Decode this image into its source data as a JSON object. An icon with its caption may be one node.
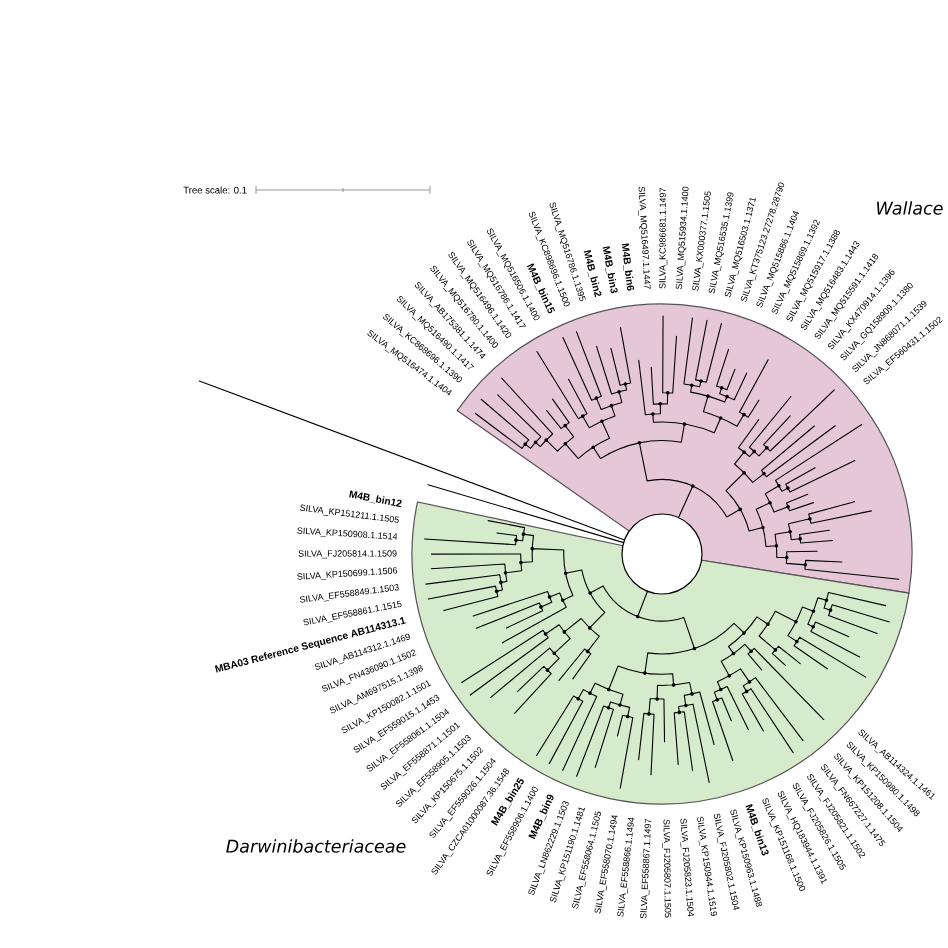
{
  "diagram": {
    "labels": [
      "Tree scale: 0.1",
      "Wallace",
      "SILVA_MQ516474.1.1404",
      "SILVA_KC868696.1.1390",
      "SILVA_MQ516490.1.1417",
      "SILVA_AB175381.1.1474",
      "SILVA_MQ516780.1.1400",
      "SILVA_MQ516496.1.1420",
      "SILVA_MQ516786.1.1417",
      "SILVA_MQ516506.1.1400",
      "M4B_bin15",
      "SILVA_KC898696.1.1500",
      "SILVA_MQ516786.1.1395",
      "M4B_bin2",
      "M4B_bin3",
      "M4B_bin6",
      "SILVA_MQ516497.1.1447",
      "SILVA_KC986681.1.1497",
      "SILVA_MQ515934.1.1400",
      "SILVA_KX000377.1.1505",
      "SILVA_MQ516535.1.1399",
      "SILVA_MQ516503.1.1371",
      "SILVA_KT375123.27278.28790",
      "SILVA_MQ515886.1.1404",
      "SILVA_MQ515869.1.1392",
      "SILVA_MQ515917.1.1388",
      "SILVA_MQ516483.1.1443",
      "SILVA_MQ515591.1.1418",
      "SILVA_KX470914.1.1396",
      "SILVA_GQ158909.1.1380",
      "SILVA_JN868071.1.1539",
      "SILVA_EF560431.1.1502",
      "M4B_bin12",
      "SILVA_KP151211.1.1505",
      "SILVA_KP150908.1.1514",
      "SILVA_FJ205814.1.1509",
      "SILVA_KP150699.1.1506",
      "SILVA_EF558849.1.1503",
      "SILVA_EF558861.1.1515",
      "MBA03 Reference Sequence AB114313.1",
      "SILVA_AB114312.1.1469",
      "SILVA_FN436090.1.1502",
      "SILVA_AM697515.1.1398",
      "SILVA_KP150082.1.1501",
      "SILVA_EF559015.1.1453",
      "SILVA_EF558061.1.1504",
      "SILVA_EF558871.1.1501",
      "SILVA_EF558905.1.1503",
      "SILVA_KP150675.1.1502",
      "SILVA_EF559026.1.1504",
      "SILVA_CZCA01000087.36.1548",
      "M4B_bin25",
      "SILVA_EF558906.1.1400",
      "M4B_bin9",
      "SILVA_LN862229.1.1503",
      "SILVA_KP151190.1.1481",
      "SILVA_EF558064.1.1505",
      "SILVA_EF558070.1.1494",
      "SILVA_EF558866.1.1494",
      "SILVA_EF558867.1.1497",
      "SILVA_FJ205807.1.1505",
      "SILVA_FJ205823.1.1504",
      "SILVA_KP150944.1.1519",
      "SILVA_FJ205802.1.1504",
      "SILVA_KP150963.1.1488",
      "M4B_bin13",
      "SILVA_KP151168.1.1500",
      "SILVA_HQ183944.1.1391",
      "SILVA_FJ205826.1.1505",
      "SILVA_FJ205821.1.1502",
      "SILVA_FN667227.1.1475",
      "SILVA_KP151208.1.1504",
      "SILVA_KP150980.1.1498",
      "SILVA_AB114324.1.1461",
      "Darwinibacteriaceae"
    ]
  }
}
